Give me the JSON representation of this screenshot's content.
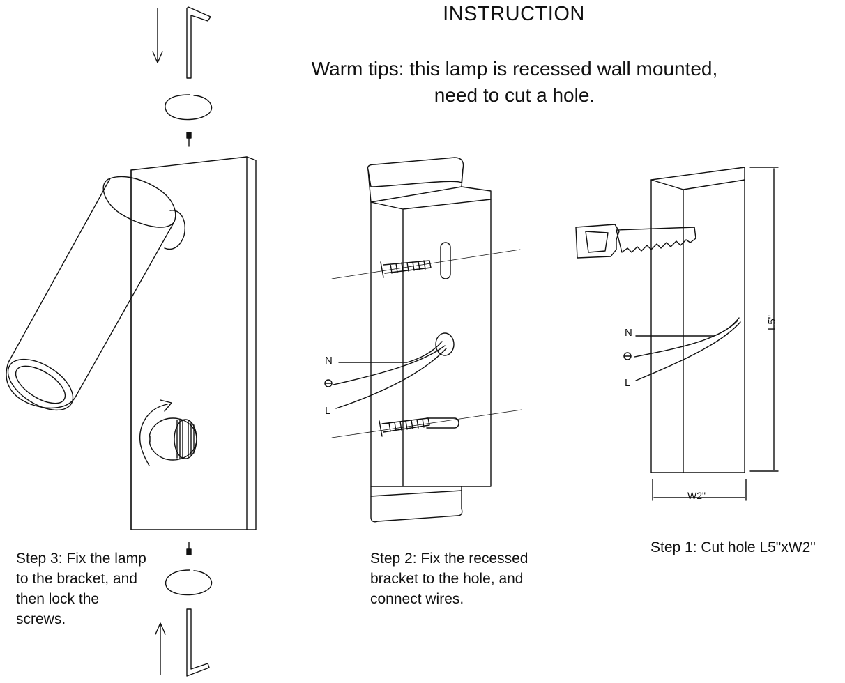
{
  "title": "INSTRUCTION",
  "warm_tips": {
    "line1": "Warm tips: this lamp is recessed wall mounted,",
    "line2": "need to cut a hole."
  },
  "step3": {
    "line1": "Step 3: Fix the lamp",
    "line2": "to the bracket, and",
    "line3": "then lock the",
    "line4": "screws."
  },
  "step2": {
    "line1": "Step 2: Fix the recessed",
    "line2": "bracket to the hole, and",
    "line3": "connect wires."
  },
  "step1": {
    "line1": "Step 1: Cut hole L5\"xW2\""
  },
  "wire_labels": {
    "neutral": "N",
    "ground": "⦵",
    "live": "L"
  },
  "dimensions": {
    "length": "L5\"",
    "width": "W2\""
  }
}
